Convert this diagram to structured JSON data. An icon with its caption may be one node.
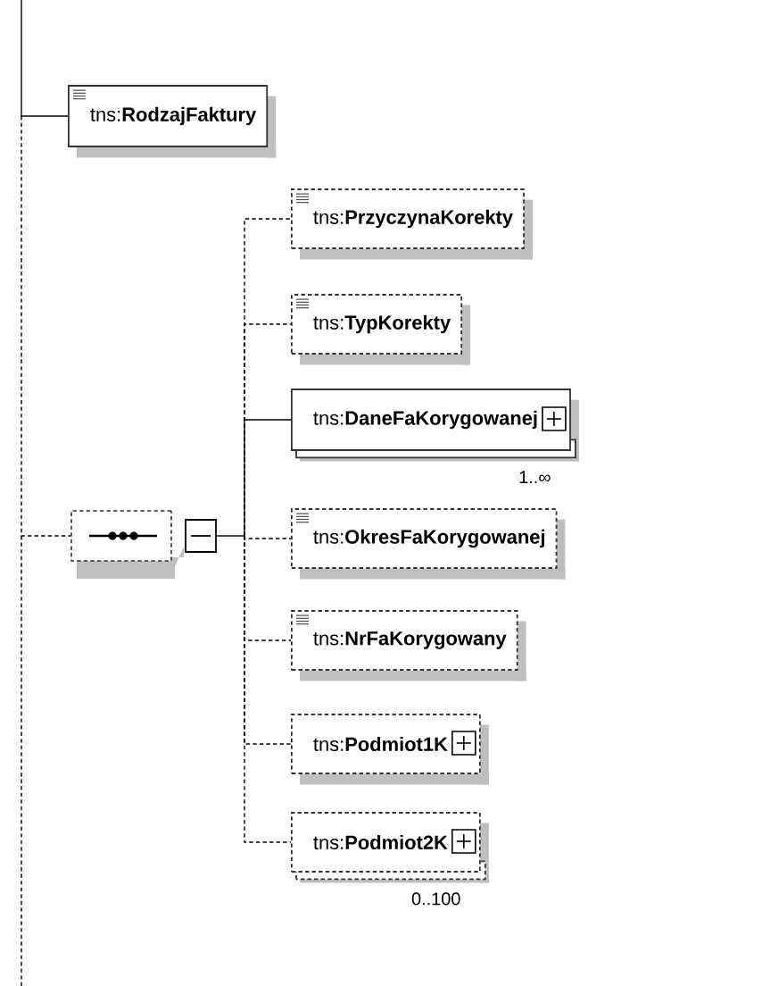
{
  "diagram": {
    "nodes": [
      {
        "text": [
          "tns:**RodzajFaktury**"
        ]
      },
      {
        "text": [],
        "shape": "octagon"
      },
      {
        "text": [
          "tns:**PrzyczynaKorekty**"
        ]
      },
      {
        "text": [
          "tns:**TypKorekty**"
        ]
      },
      {
        "text": [
          "tns:**DaneFaKorygowanej**"
        ],
        "beside": [
          "1..∞"
        ]
      },
      {
        "text": [
          "tns:**OkresFaKorygowanej**"
        ]
      },
      {
        "text": [
          "tns:**NrFaKorygowany**"
        ]
      },
      {
        "text": [
          "tns:**Podmiot1K**"
        ]
      },
      {
        "text": [
          "tns:**Podmiot2K**"
        ],
        "beside": [
          "0..100"
        ]
      }
    ],
    "edges": [
      {
        "from": null,
        "to": 0,
        "arrow": "none"
      },
      {
        "from": null,
        "to": 1,
        "arrow": "none",
        "style": "dashed"
      },
      {
        "from": 1,
        "to": 2,
        "arrow": "none",
        "style": "dashed"
      },
      {
        "from": 1,
        "to": 3,
        "arrow": "none",
        "style": "dashed"
      },
      {
        "from": 1,
        "to": 4,
        "arrow": "none"
      },
      {
        "from": 1,
        "to": 5,
        "arrow": "none",
        "style": "dashed"
      },
      {
        "from": 1,
        "to": 6,
        "arrow": "none",
        "style": "dashed"
      },
      {
        "from": 1,
        "to": 7,
        "arrow": "none",
        "style": "dashed"
      },
      {
        "from": 1,
        "to": 8,
        "arrow": "none",
        "style": "dashed"
      }
    ]
  }
}
